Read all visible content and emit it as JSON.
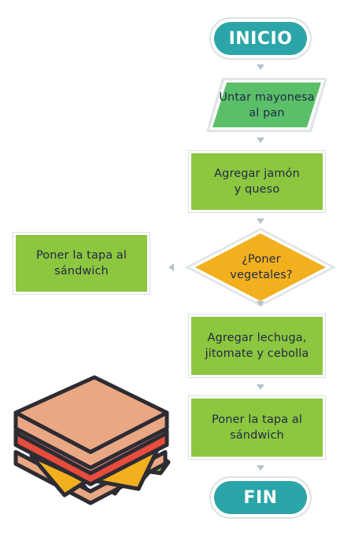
{
  "flowchart": {
    "start_label": "INICIO",
    "step1_label": "Untar mayonesa\nal pan",
    "step2_label": "Agregar jamón\ny queso",
    "decision_label": "¿Poner\nvegetales?",
    "no_branch_label": "Poner la tapa al\nsándwich",
    "step3_label": "Agregar lechuga,\njitomate y cebolla",
    "step4_label": "Poner la tapa al\nsándwich",
    "end_label": "FIN"
  },
  "colors": {
    "terminal": "#2ba5a8",
    "process": "#8dc63f",
    "io": "#5bbf6a",
    "decision": "#f2b01e",
    "connector": "#b8c2c8",
    "text": "#1f2a44"
  },
  "illustration": {
    "icon": "sandwich-icon"
  }
}
